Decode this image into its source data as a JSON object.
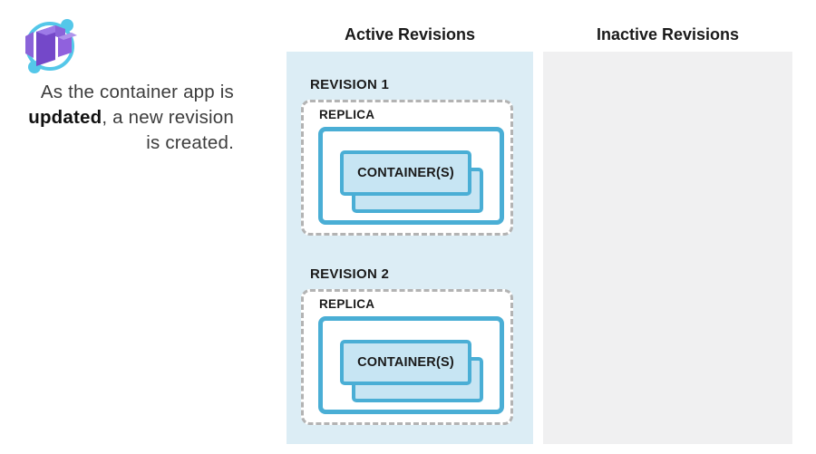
{
  "logo": {
    "name": "azure-container-apps-logo"
  },
  "intro": {
    "text_before": "As the container app is ",
    "text_bold": "updated",
    "text_after": ", a new revision is created."
  },
  "columns": {
    "active": {
      "title": "Active Revisions",
      "bg_color": "#dcedf5",
      "revisions": [
        {
          "label": "REVISION 1",
          "replica_label": "REPLICA",
          "container_label": "CONTAINER(S)"
        },
        {
          "label": "REVISION 2",
          "replica_label": "REPLICA",
          "container_label": "CONTAINER(S)"
        }
      ]
    },
    "inactive": {
      "title": "Inactive Revisions",
      "bg_color": "#f0f0f1",
      "revisions": []
    }
  },
  "colors": {
    "accent_teal_border": "#4aaed5",
    "container_fill": "#c7e5f3",
    "dashed_border": "#b3b3b3",
    "active_column_bg": "#dcedf5",
    "inactive_column_bg": "#f0f0f1",
    "logo_purple": "#7d55d0",
    "logo_blue": "#54c7e9"
  }
}
